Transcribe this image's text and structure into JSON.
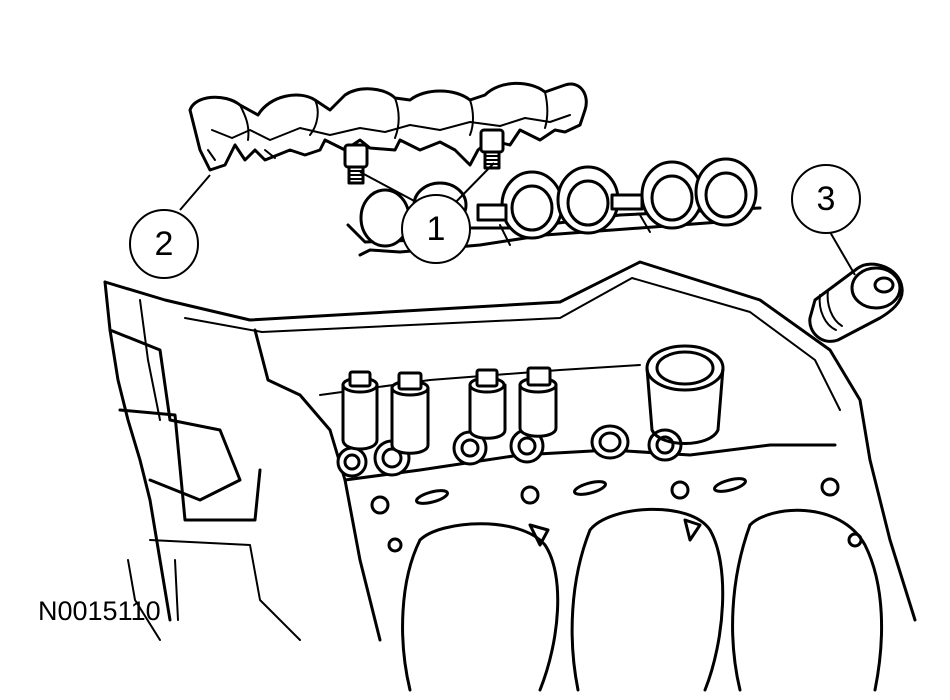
{
  "callouts": [
    {
      "label": "1",
      "part": "push-rod-guide-retainer-bolts"
    },
    {
      "label": "2",
      "part": "push-rod-guide-retainer"
    },
    {
      "label": "3",
      "part": "valve-tappet"
    }
  ],
  "figure_id": "N0015110"
}
